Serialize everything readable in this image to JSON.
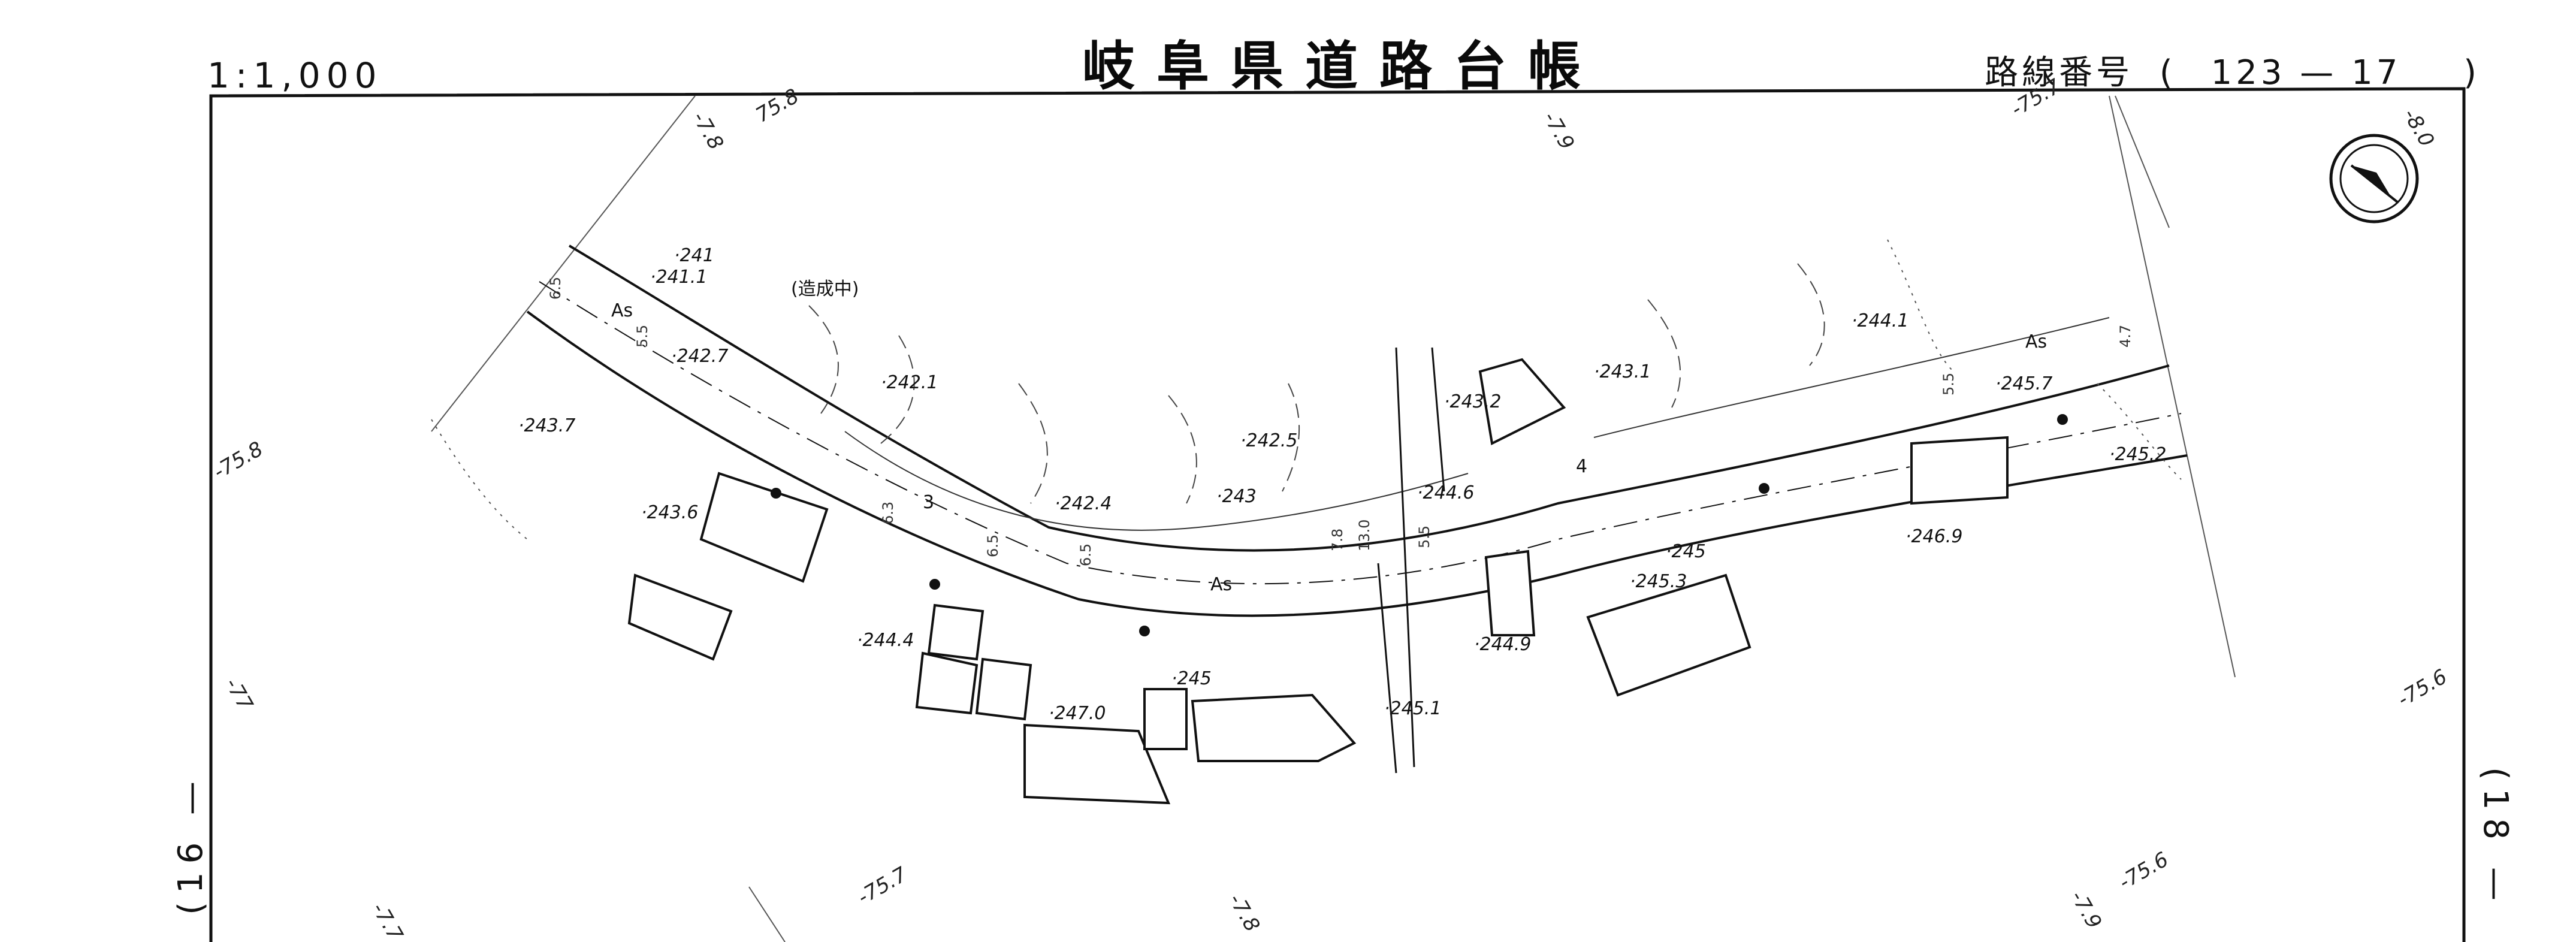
{
  "header": {
    "title": "岐阜県道路台帳",
    "scale": "1:1,000",
    "route_label": "路線番号",
    "route_open": "(",
    "route_number": "123 — 17",
    "route_close": ")"
  },
  "sheet_refs": {
    "left": "(16 —",
    "right": "(18 —"
  },
  "annotations": {
    "under_construction": "(造成中)",
    "surface_labels": [
      "As",
      "As",
      "As"
    ],
    "lane_marks": [
      "3",
      "4"
    ]
  },
  "elevations": [
    "241",
    "241.1",
    "242.7",
    "242.1",
    "243.7",
    "243.6",
    "242.4",
    "242.5",
    "243",
    "243.2",
    "243.1",
    "244.6",
    "244.1",
    "245.7",
    "245.2",
    "246.9",
    "245",
    "245.3",
    "244.9",
    "244.4",
    "245",
    "247.0",
    "245.1"
  ],
  "grid_labels": [
    "-7.8",
    "75.8",
    "-7.9",
    "-75.7",
    "-8.0",
    "-75.8",
    "-77",
    "-75.6",
    "-7.7",
    "-75.7",
    "-7.8",
    "-7.9",
    "-75.6"
  ],
  "road_widths": [
    "6.5",
    "5.5",
    "6.3",
    "6.5",
    "6.5",
    "7.8",
    "13.0",
    "5.5",
    "5.5",
    "4.7"
  ],
  "north_arrow": "north-arrow-icon"
}
